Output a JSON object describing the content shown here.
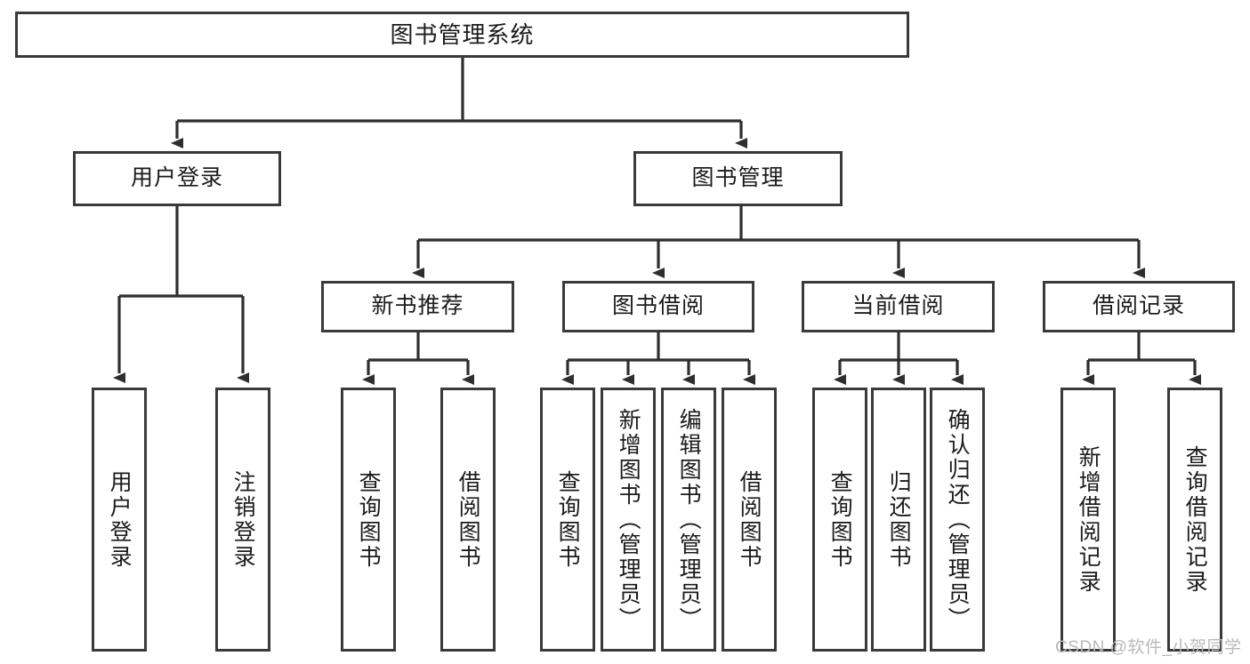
{
  "diagram": {
    "title": "图书管理系统",
    "type": "hierarchy-tree",
    "watermark": "CSDN @软件_小贺同学",
    "colors": {
      "box_border": "#3a3a3a",
      "box_fill": "#ffffff",
      "connector": "#2e2e2e",
      "text": "#1b1b1b",
      "watermark": "#b9b9b9"
    },
    "levels": {
      "root": {
        "label": "图书管理系统"
      },
      "level2": [
        {
          "label": "用户登录"
        },
        {
          "label": "图书管理"
        }
      ],
      "level3": [
        {
          "label": "新书推荐"
        },
        {
          "label": "图书借阅"
        },
        {
          "label": "当前借阅"
        },
        {
          "label": "借阅记录"
        }
      ],
      "leaves": {
        "user_login": [
          {
            "label": "用户登录"
          },
          {
            "label": "注销登录"
          }
        ],
        "new_book_recommend": [
          {
            "label": "查询图书"
          },
          {
            "label": "借阅图书"
          }
        ],
        "book_borrow": [
          {
            "label": "查询图书"
          },
          {
            "label": "新增图书（管理员）"
          },
          {
            "label": "编辑图书（管理员）"
          },
          {
            "label": "借阅图书"
          }
        ],
        "current_borrow": [
          {
            "label": "查询图书"
          },
          {
            "label": "归还图书"
          },
          {
            "label": "确认归还（管理员）"
          }
        ],
        "borrow_record": [
          {
            "label": "新增借阅记录"
          },
          {
            "label": "查询借阅记录"
          }
        ]
      }
    }
  }
}
